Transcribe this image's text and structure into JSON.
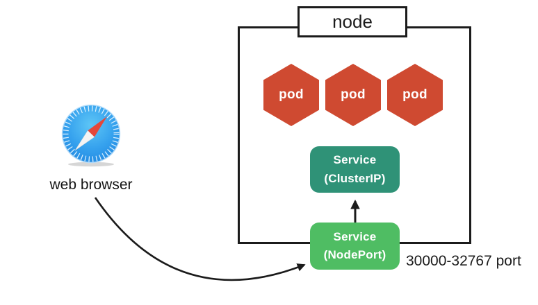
{
  "node": {
    "label": "node"
  },
  "pods": [
    {
      "label": "pod"
    },
    {
      "label": "pod"
    },
    {
      "label": "pod"
    }
  ],
  "services": {
    "clusterip": {
      "name": "Service",
      "type": "(ClusterIP)"
    },
    "nodeport": {
      "name": "Service",
      "type": "(NodePort)"
    }
  },
  "annotations": {
    "port_range": "30000-32767 port",
    "browser": "web browser"
  },
  "colors": {
    "pod": "#CF4A31",
    "clusterip": "#2F9277",
    "nodeport": "#4FBD63",
    "line": "#1b1b1b"
  }
}
